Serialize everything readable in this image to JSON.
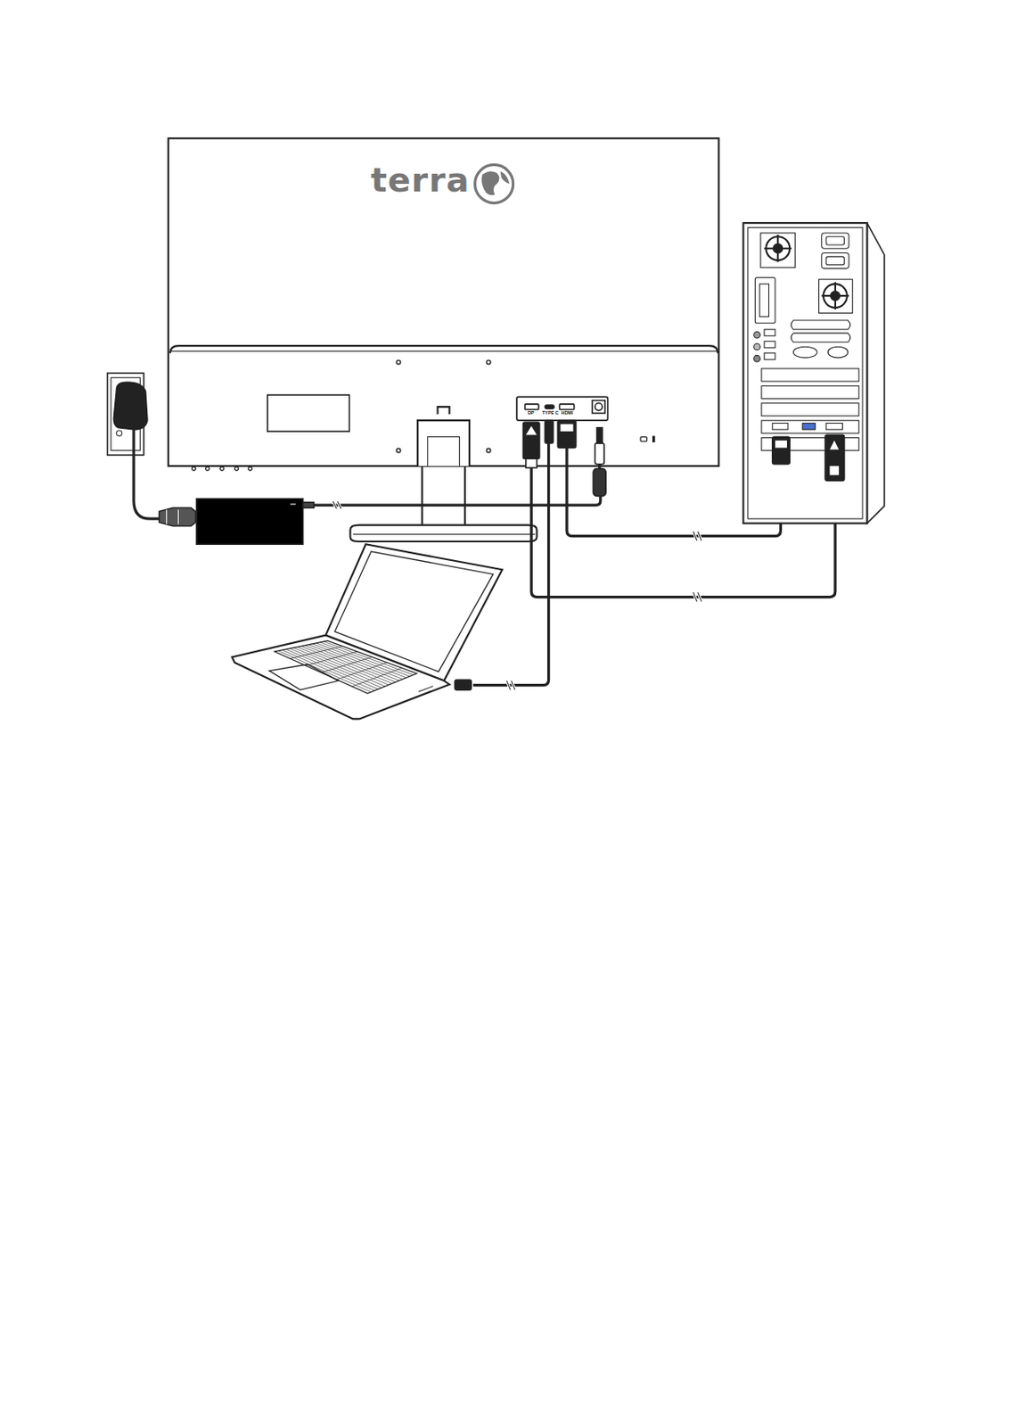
{
  "diagram": {
    "labels": [
      "terra",
      "DP",
      "TYPE C",
      "HDMI"
    ]
  }
}
